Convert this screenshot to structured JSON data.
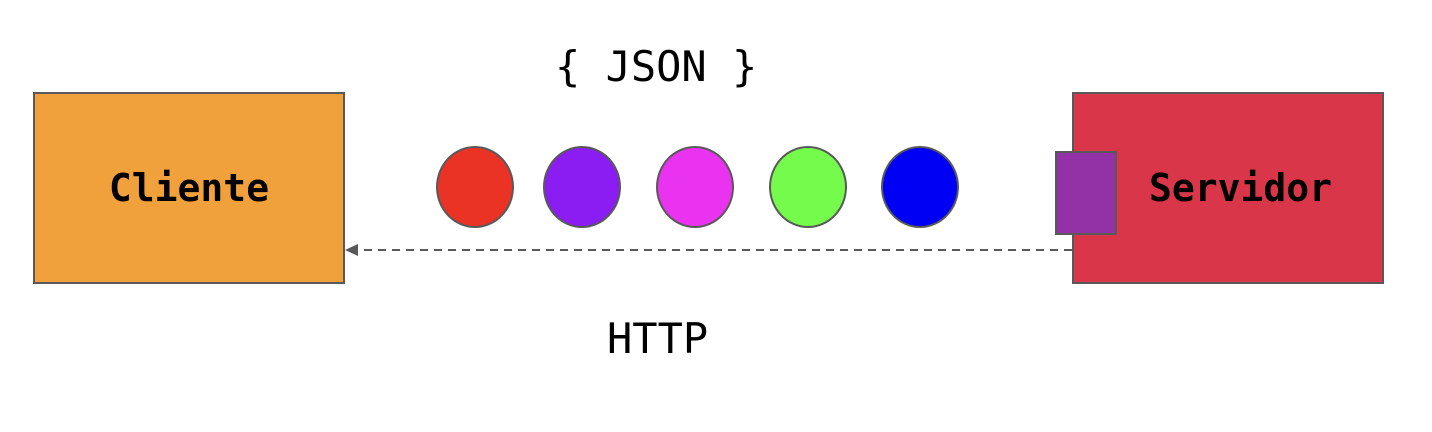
{
  "client": {
    "label": "Cliente",
    "color": "#f0a13b"
  },
  "server": {
    "label": "Servidor",
    "color": "#d93749",
    "port_color": "#9331a6"
  },
  "payload": {
    "label": "{ JSON }",
    "tokens": [
      {
        "color": "#ea3325"
      },
      {
        "color": "#8b1cf2"
      },
      {
        "color": "#ea33f0"
      },
      {
        "color": "#75fb4c"
      },
      {
        "color": "#0000f5"
      }
    ]
  },
  "transport": {
    "label": "HTTP",
    "line_style": "dashed",
    "direction": "server-to-client"
  }
}
